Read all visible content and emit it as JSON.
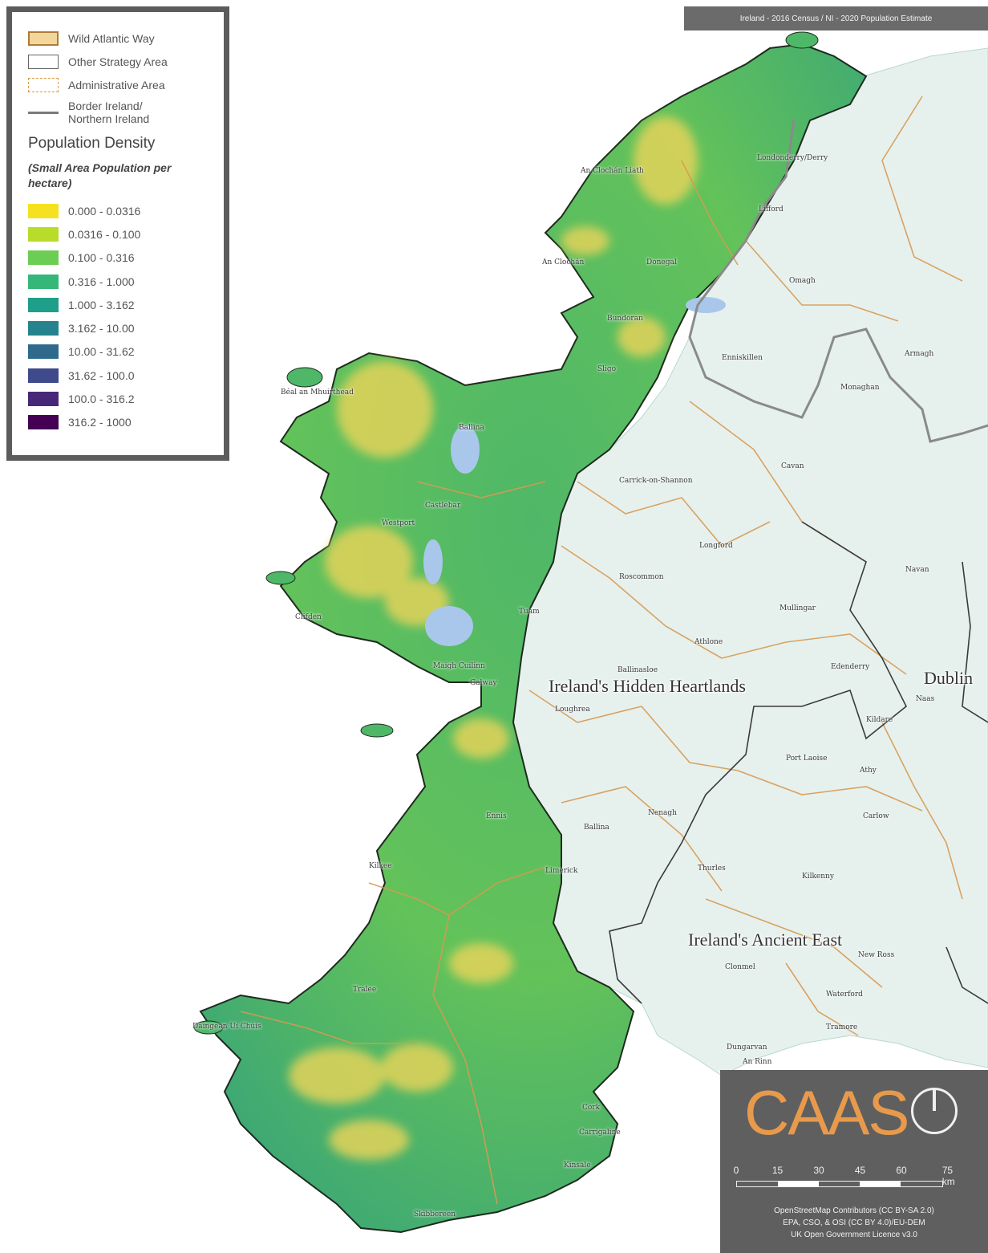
{
  "banner": "Ireland - 2016 Census / NI - 2020 Population Estimate",
  "legend": {
    "items": [
      {
        "label": "Wild Atlantic Way",
        "fill": "#f3d79a",
        "stroke": "#b07a3a"
      },
      {
        "label": "Other Strategy Area",
        "fill": "#ffffff",
        "stroke": "#666666"
      },
      {
        "label": "Administrative Area",
        "fill": "#ffffff",
        "stroke": "#d89a4a"
      }
    ],
    "border_label_1": "Border Ireland/",
    "border_label_2": "Northern Ireland",
    "title": "Population Density",
    "subtitle": "(Small Area Population per hectare)",
    "classes": [
      {
        "label": "0.000 - 0.0316",
        "color": "#f5e11f"
      },
      {
        "label": "0.0316 - 0.100",
        "color": "#b8dc2a"
      },
      {
        "label": "0.100 - 0.316",
        "color": "#6ccd55"
      },
      {
        "label": "0.316 - 1.000",
        "color": "#34b779"
      },
      {
        "label": "1.000 - 3.162",
        "color": "#1f9e89"
      },
      {
        "label": "3.162 - 10.00",
        "color": "#25838e"
      },
      {
        "label": "10.00 - 31.62",
        "color": "#2f6a8d"
      },
      {
        "label": "31.62 - 100.0",
        "color": "#3e4a89"
      },
      {
        "label": "100.0 - 316.2",
        "color": "#472878"
      },
      {
        "label": "316.2 - 1000",
        "color": "#440154"
      }
    ]
  },
  "colors": {
    "sea": "#ffffff",
    "wild_atlantic_fill": "#5cbd60",
    "wild_atlantic_high": "#e8d451",
    "heartlands_fill": "#e6f1ee",
    "admin_line": "#d79a52",
    "strategy_line": "#444444",
    "border_line": "#888888",
    "lake": "#a9c7ea"
  },
  "regions": {
    "hidden_heartlands": "Ireland's Hidden Heartlands",
    "ancient_east": "Ireland's Ancient East",
    "dublin": "Dublin"
  },
  "places": [
    {
      "id": "an-clochan-liath",
      "name": "An Clochán Liath"
    },
    {
      "id": "londonderry",
      "name": "Londonderry/Derry"
    },
    {
      "id": "lifford",
      "name": "Lifford"
    },
    {
      "id": "an-clochan",
      "name": "An Clochán"
    },
    {
      "id": "donegal",
      "name": "Donegal"
    },
    {
      "id": "omagh",
      "name": "Omagh"
    },
    {
      "id": "bundoran",
      "name": "Bundoran"
    },
    {
      "id": "armagh",
      "name": "Armagh"
    },
    {
      "id": "enniskillen",
      "name": "Enniskillen"
    },
    {
      "id": "sligo",
      "name": "Sligo"
    },
    {
      "id": "monaghan",
      "name": "Monaghan"
    },
    {
      "id": "beal-an-mhuirthead",
      "name": "Béal an Mhuirthead"
    },
    {
      "id": "ballina",
      "name": "Ballina"
    },
    {
      "id": "cavan",
      "name": "Cavan"
    },
    {
      "id": "carrick",
      "name": "Carrick-on-Shannon"
    },
    {
      "id": "castlebar",
      "name": "Castlebar"
    },
    {
      "id": "westport",
      "name": "Westport"
    },
    {
      "id": "longford",
      "name": "Longford"
    },
    {
      "id": "roscommon",
      "name": "Roscommon"
    },
    {
      "id": "navan",
      "name": "Navan"
    },
    {
      "id": "mullingar",
      "name": "Mullingar"
    },
    {
      "id": "clifden",
      "name": "Clifden"
    },
    {
      "id": "tuam",
      "name": "Tuam"
    },
    {
      "id": "athlone",
      "name": "Athlone"
    },
    {
      "id": "ballinasloe",
      "name": "Ballinasloe"
    },
    {
      "id": "edenderry",
      "name": "Edenderry"
    },
    {
      "id": "maigh-cuilinn",
      "name": "Maigh Cuilinn"
    },
    {
      "id": "galway",
      "name": "Galway"
    },
    {
      "id": "naas",
      "name": "Naas"
    },
    {
      "id": "loughrea",
      "name": "Loughrea"
    },
    {
      "id": "kildare",
      "name": "Kildare"
    },
    {
      "id": "port-laoise",
      "name": "Port Laoise"
    },
    {
      "id": "athy",
      "name": "Athy"
    },
    {
      "id": "ennis",
      "name": "Ennis"
    },
    {
      "id": "nenagh",
      "name": "Nenagh"
    },
    {
      "id": "carlow",
      "name": "Carlow"
    },
    {
      "id": "ballina2",
      "name": "Ballina"
    },
    {
      "id": "kilkee",
      "name": "Kilkee"
    },
    {
      "id": "limerick",
      "name": "Limerick"
    },
    {
      "id": "thurles",
      "name": "Thurles"
    },
    {
      "id": "kilkenny",
      "name": "Kilkenny"
    },
    {
      "id": "new-ross",
      "name": "New Ross"
    },
    {
      "id": "clonmel",
      "name": "Clonmel"
    },
    {
      "id": "tralee",
      "name": "Tralee"
    },
    {
      "id": "waterford",
      "name": "Waterford"
    },
    {
      "id": "daingean",
      "name": "Daingean Uí Chúis"
    },
    {
      "id": "tramore",
      "name": "Tramore"
    },
    {
      "id": "dungarvan",
      "name": "Dungarvan"
    },
    {
      "id": "an-rinn",
      "name": "An Rinn"
    },
    {
      "id": "cork",
      "name": "Cork"
    },
    {
      "id": "carrigaline",
      "name": "Carrigaline"
    },
    {
      "id": "kinsale",
      "name": "Kinsale"
    },
    {
      "id": "skibbereen",
      "name": "Skibbereen"
    }
  ],
  "scale": {
    "labels": [
      "0",
      "15",
      "30",
      "45",
      "60",
      "75 km"
    ]
  },
  "logo": "CAAS",
  "credits": [
    "OpenStreetMap Contributors (CC BY-SA 2.0)",
    "EPA, CSO, & OSI (CC BY 4.0)/EU-DEM",
    "UK Open Government Licence v3.0"
  ]
}
